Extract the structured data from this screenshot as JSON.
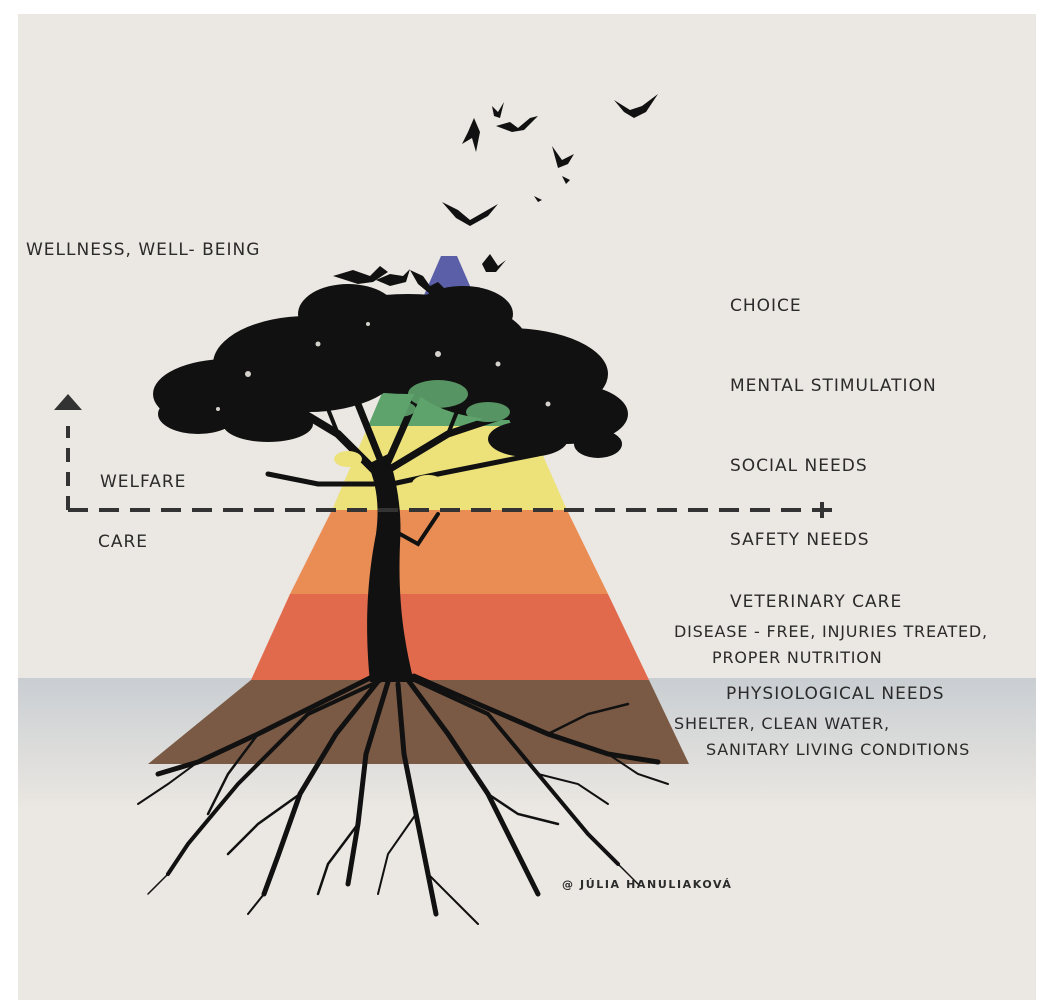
{
  "colors": {
    "background": "#ebe7e2",
    "tier_choice": "#5a5fa8",
    "tier_mental": "#5fa36c",
    "tier_social": "#ede27a",
    "tier_safety": "#e98d55",
    "tier_veterinary": "#e26a4c",
    "tier_physiological": "#7a5a45",
    "ground_band": "#cfd3d6",
    "ink": "#111111"
  },
  "labels": {
    "wellness": "WELLNESS, WELL- BEING",
    "welfare": "WELFARE",
    "care": "CARE"
  },
  "tiers": {
    "choice": "CHOICE",
    "mental": "MENTAL STIMULATION",
    "social": "SOCIAL NEEDS",
    "safety": "SAFETY NEEDS",
    "veterinary": "VETERINARY CARE",
    "veterinary_detail_1": "DISEASE - FREE, INJURIES TREATED,",
    "veterinary_detail_2": "PROPER NUTRITION",
    "physiological": "PHYSIOLOGICAL NEEDS",
    "physiological_detail_1": "SHELTER, CLEAN WATER,",
    "physiological_detail_2": "SANITARY LIVING CONDITIONS"
  },
  "credit": "@ JÚLIA HANULIAKOVÁ"
}
